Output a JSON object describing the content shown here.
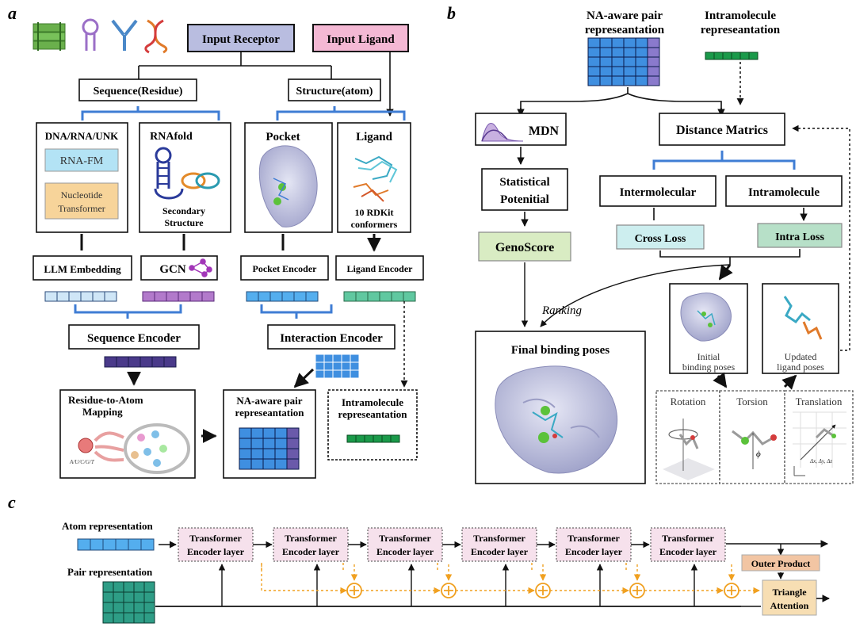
{
  "panel_a": {
    "letter": "a",
    "input_receptor": "Input Receptor",
    "input_ligand": "Input Ligand",
    "sequence_residue": "Sequence(Residue)",
    "structure_atom": "Structure(atom)",
    "dna_rna_unk": "DNA/RNA/UNK",
    "rna_fm": "RNA-FM",
    "nucleotide": "Nucleotide",
    "transformer": "Transformer",
    "rnafold": "RNAfold",
    "secondary": "Secondary",
    "structure": "Structure",
    "pocket": "Pocket",
    "ligand": "Ligand",
    "rdkit_1": "10  RDKit",
    "rdkit_2": "conformers",
    "llm_embedding": "LLM  Embedding",
    "gcn": "GCN",
    "pocket_encoder": "Pocket Encoder",
    "ligand_encoder": "Ligand Encoder",
    "sequence_encoder": "Sequence Encoder",
    "interaction_encoder": "Interaction Encoder",
    "mapping_1": "Residue-to-Atom",
    "mapping_2": "Mapping",
    "acgt": "A/U/C/G/T",
    "na_pair_1": "NA-aware pair",
    "na_pair_2": "represeantation",
    "intra_1": "Intramolecule",
    "intra_2": "represeantation"
  },
  "panel_b": {
    "letter": "b",
    "na_pair_1": "NA-aware pair",
    "na_pair_2": "represeantation",
    "intra_1": "Intramolecule",
    "intra_2": "represeantation",
    "mdn": "MDN",
    "distance": "Distance Matrics",
    "stat_1": "Statistical",
    "stat_2": "Potenitial",
    "intermolecular": "Intermolecular",
    "intramolecule": "Intramolecule",
    "cross_loss": "Cross Loss",
    "intra_loss": "Intra Loss",
    "genoscore": "GenoScore",
    "ranking": "Ranking",
    "final_poses": "Final binding poses",
    "initial_1": "Initial",
    "initial_2": "binding poses",
    "updated_1": "Updated",
    "updated_2": "ligand poses",
    "rotation": "Rotation",
    "torsion": "Torsion",
    "translation": "Translation",
    "phi": "ϕ",
    "deltas": "Δx, Δy, Δz"
  },
  "panel_c": {
    "letter": "c",
    "atom_rep": "Atom representation",
    "pair_rep": "Pair representation",
    "te_line1": "Transformer",
    "te_line2": "Encoder layer",
    "outer_product": "Outer Product",
    "tri_1": "Triangle",
    "tri_2": "Attention"
  },
  "colors": {
    "input_receptor_bg": "#b9bde0",
    "input_ligand_bg": "#f4b8d4",
    "rna_fm_bg": "#b3e3f5",
    "nucleotide_bg": "#f7d49a",
    "genoscore_bg": "#d9ecc3",
    "cross_loss_bg": "#cdeeef",
    "intra_loss_bg": "#b7e0c8",
    "te_bg": "#f6e1ec",
    "outer_bg": "#f2c5a3",
    "tri_bg": "#f7deb3",
    "bracket_blue": "#3f7dd4",
    "orange_dotted": "#f0a020"
  }
}
